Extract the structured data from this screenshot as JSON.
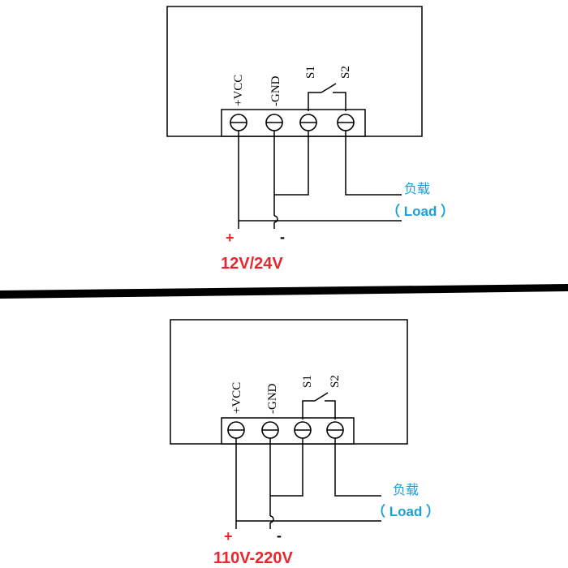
{
  "colors": {
    "line": "#000000",
    "voltage": "#e8262d",
    "load": "#1aa0d8",
    "divider": "#000000"
  },
  "top": {
    "terminals": [
      "+VCC",
      "-GND",
      "S1",
      "S2"
    ],
    "load_cn": "负载",
    "load_en": "（ Load ）",
    "plus": "+",
    "minus": "-",
    "voltage": "12V/24V"
  },
  "bottom": {
    "terminals": [
      "+VCC",
      "-GND",
      "S1",
      "S2"
    ],
    "load_cn": "负载",
    "load_en": "（ Load ）",
    "plus": "+",
    "minus": "-",
    "voltage": "110V-220V"
  }
}
